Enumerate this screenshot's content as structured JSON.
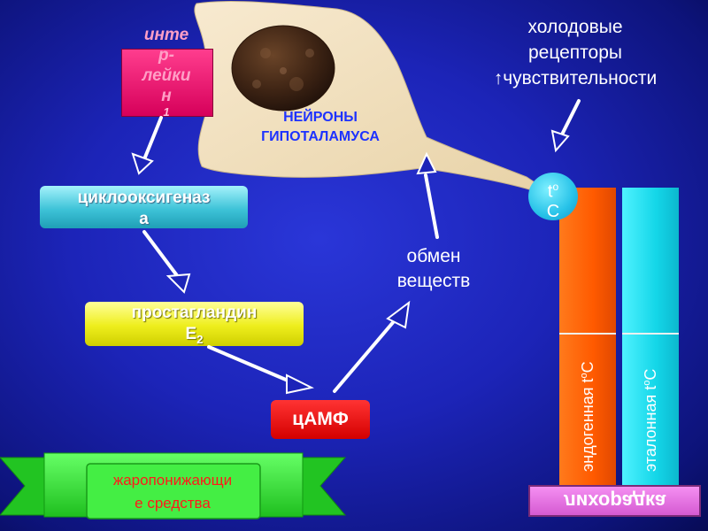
{
  "interleukin": {
    "line1": "инте",
    "line2": "р-",
    "line3": "лейки",
    "line4": "н",
    "number": "1"
  },
  "cyclooxygenase": {
    "line1": "циклооксигеназ",
    "line2": "а"
  },
  "prostaglandin": {
    "name": "простагландин",
    "letter": "Е",
    "subscript": "2"
  },
  "camp": {
    "label": "цАМФ"
  },
  "neurons": {
    "line1": "НЕЙРОНЫ",
    "line2": "ГИПОТАЛАМУСА"
  },
  "cold_receptors": {
    "line1": "холодовые",
    "line2": "рецепторы",
    "line3": "↑чувствительности"
  },
  "metabolism": {
    "line1": "обмен",
    "line2": "веществ"
  },
  "temperature": {
    "t": "t",
    "degree": "o",
    "c": "C"
  },
  "bars": {
    "endogenous": {
      "label": "эндогенная t",
      "degree": "o",
      "unit": "C"
    },
    "reference": {
      "label": "эталонная t",
      "degree": "o",
      "unit": "C"
    }
  },
  "fever": {
    "label": "лихорадка"
  },
  "antipyretics": {
    "line1": "жаропонижающи",
    "line2": "е средства"
  },
  "colors": {
    "background": "#1c24b8",
    "interleukin_box": "#ff2d85",
    "cox_box": "#3ec3d8",
    "prostaglandin_box": "#eeee1c",
    "camp_box": "#e60000",
    "neuron_body": "#f0deb8",
    "bar_endogenous": "#ff5a00",
    "bar_reference": "#14d6e8",
    "fever_box": "#e070dc",
    "banner": "#33dd33"
  }
}
